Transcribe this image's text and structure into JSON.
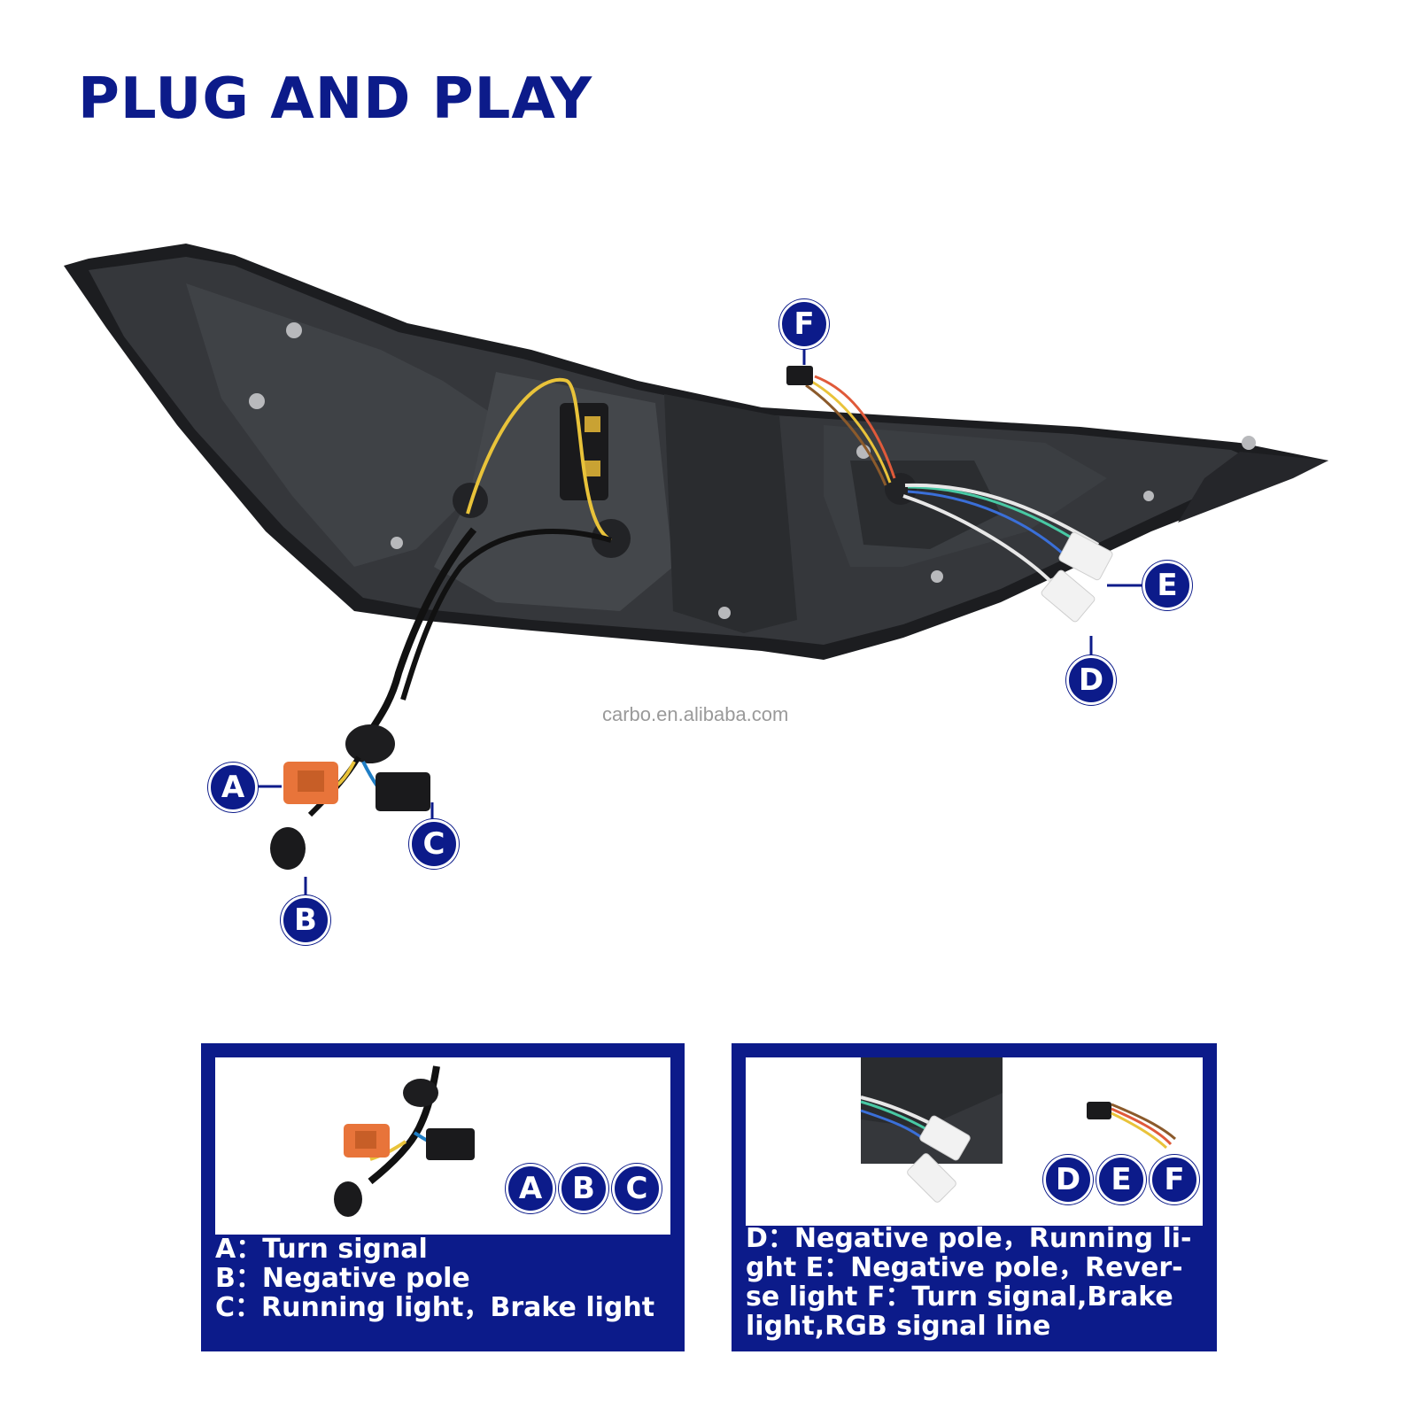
{
  "title": "PLUG AND PLAY",
  "watermark": "carbo.en.alibaba.com",
  "callouts": {
    "a": "A",
    "b": "B",
    "c": "C",
    "d": "D",
    "e": "E",
    "f": "F"
  },
  "panel_left": {
    "badges": [
      "A",
      "B",
      "C"
    ],
    "lines": [
      "A：Turn signal",
      "B：Negative pole",
      "C：Running light，Brake light"
    ]
  },
  "panel_right": {
    "badges": [
      "D",
      "E",
      "F"
    ],
    "lines": [
      "D：Negative pole，Running li-",
      "ght E：Negative pole，Rever-",
      "se light F：Turn signal,Brake",
      "light,RGB signal line"
    ]
  },
  "colors": {
    "brand": "#0c1b8a",
    "housing": "#2e3033",
    "connector_orange": "#e8743a"
  }
}
